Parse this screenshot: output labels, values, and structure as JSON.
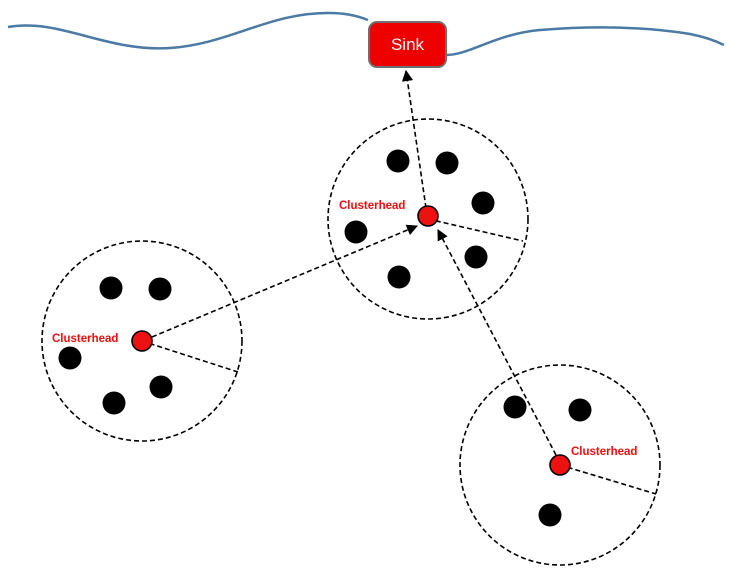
{
  "sink": {
    "label": "Sink"
  },
  "clusters": [
    {
      "id": "cluster-center",
      "head_label": "Clusterhead",
      "member_count": 6
    },
    {
      "id": "cluster-left",
      "head_label": "Clusterhead",
      "member_count": 5
    },
    {
      "id": "cluster-bottom-right",
      "head_label": "Clusterhead",
      "member_count": 3
    }
  ],
  "links": [
    {
      "from": "cluster-left",
      "to": "cluster-center"
    },
    {
      "from": "cluster-bottom-right",
      "to": "cluster-center"
    },
    {
      "from": "cluster-center",
      "to": "sink"
    }
  ],
  "colors": {
    "sink_fill": "#ee0000",
    "sink_border": "#6f6f6f",
    "clusterhead_fill": "#ee1111",
    "clusterhead_label": "#e81010",
    "member_node": "#000000",
    "boundary_wave": "#4a7aa5",
    "dashed_line": "#000000"
  }
}
